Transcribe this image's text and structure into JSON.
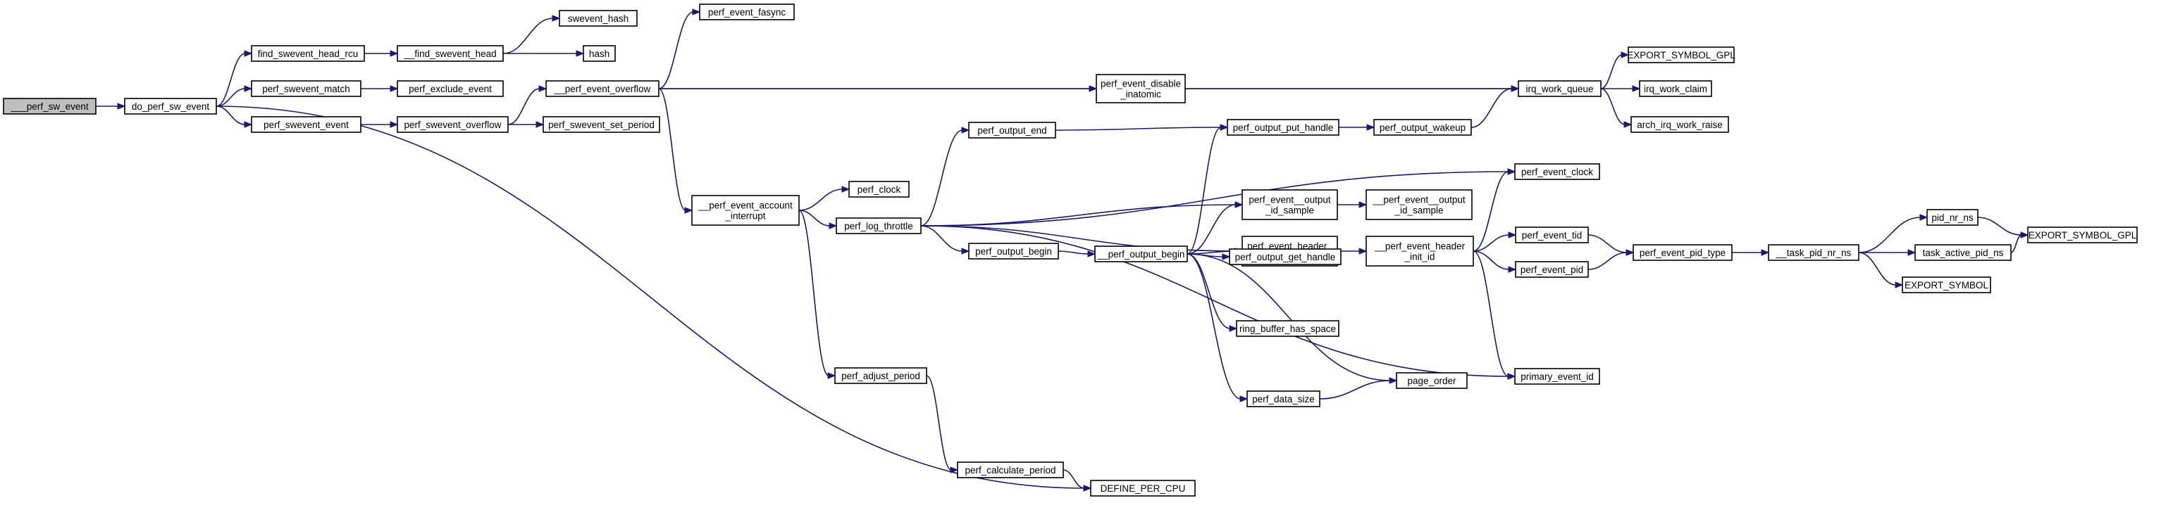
{
  "graph": {
    "nodes": [
      {
        "id": "perf_sw_event",
        "lines": [
          "___perf_sw_event"
        ],
        "root": true
      },
      {
        "id": "do_perf_sw_event",
        "lines": [
          "do_perf_sw_event"
        ]
      },
      {
        "id": "find_swevent_head_rcu",
        "lines": [
          "find_swevent_head_rcu"
        ]
      },
      {
        "id": "perf_swevent_match",
        "lines": [
          "perf_swevent_match"
        ]
      },
      {
        "id": "perf_swevent_event",
        "lines": [
          "perf_swevent_event"
        ]
      },
      {
        "id": "find_swevent_head",
        "lines": [
          "__find_swevent_head"
        ]
      },
      {
        "id": "perf_exclude_event",
        "lines": [
          "perf_exclude_event"
        ]
      },
      {
        "id": "perf_swevent_overflow",
        "lines": [
          "perf_swevent_overflow"
        ]
      },
      {
        "id": "swevent_hash",
        "lines": [
          "swevent_hash"
        ]
      },
      {
        "id": "hash",
        "lines": [
          "hash"
        ]
      },
      {
        "id": "perf_swevent_set_period",
        "lines": [
          "perf_swevent_set_period"
        ]
      },
      {
        "id": "perf_event_fasync",
        "lines": [
          "perf_event_fasync"
        ]
      },
      {
        "id": "perf_event_overflow",
        "lines": [
          "__perf_event_overflow"
        ]
      },
      {
        "id": "perf_event_account_interrupt",
        "lines": [
          "__perf_event_account",
          "_interrupt"
        ]
      },
      {
        "id": "perf_clock",
        "lines": [
          "perf_clock"
        ]
      },
      {
        "id": "perf_log_throttle",
        "lines": [
          "perf_log_throttle"
        ]
      },
      {
        "id": "perf_adjust_period",
        "lines": [
          "perf_adjust_period"
        ]
      },
      {
        "id": "perf_calculate_period",
        "lines": [
          "perf_calculate_period"
        ]
      },
      {
        "id": "DEFINE_PER_CPU",
        "lines": [
          "DEFINE_PER_CPU"
        ]
      },
      {
        "id": "perf_event_disable_inatomic",
        "lines": [
          "perf_event_disable",
          "_inatomic"
        ]
      },
      {
        "id": "perf_output_end",
        "lines": [
          "perf_output_end"
        ]
      },
      {
        "id": "perf_output_begin",
        "lines": [
          "perf_output_begin"
        ]
      },
      {
        "id": "perf_output_begin2",
        "lines": [
          "__perf_output_begin"
        ]
      },
      {
        "id": "perf_output_put_handle",
        "lines": [
          "perf_output_put_handle"
        ]
      },
      {
        "id": "perf_event_output_id_sample",
        "lines": [
          "perf_event__output",
          "_id_sample"
        ]
      },
      {
        "id": "perf_event_header_init_id",
        "lines": [
          "perf_event_header_",
          "_init_id"
        ]
      },
      {
        "id": "perf_output_get_handle",
        "lines": [
          "perf_output_get_handle"
        ]
      },
      {
        "id": "ring_buffer_has_space",
        "lines": [
          "ring_buffer_has_space"
        ]
      },
      {
        "id": "perf_data_size",
        "lines": [
          "perf_data_size"
        ]
      },
      {
        "id": "perf_output_wakeup",
        "lines": [
          "perf_output_wakeup"
        ]
      },
      {
        "id": "perf_event_output_id_sample2",
        "lines": [
          "__perf_event__output",
          "_id_sample"
        ]
      },
      {
        "id": "perf_event_header_init_id2",
        "lines": [
          "__perf_event_header",
          "_init_id"
        ]
      },
      {
        "id": "page_order",
        "lines": [
          "page_order"
        ]
      },
      {
        "id": "irq_work_queue",
        "lines": [
          "irq_work_queue"
        ]
      },
      {
        "id": "perf_event_clock",
        "lines": [
          "perf_event_clock"
        ]
      },
      {
        "id": "perf_event_tid",
        "lines": [
          "perf_event_tid"
        ]
      },
      {
        "id": "perf_event_pid",
        "lines": [
          "perf_event_pid"
        ]
      },
      {
        "id": "primary_event_id",
        "lines": [
          "primary_event_id"
        ]
      },
      {
        "id": "EXPORT_SYMBOL_GPL_a",
        "lines": [
          "EXPORT_SYMBOL_GPL"
        ]
      },
      {
        "id": "irq_work_claim",
        "lines": [
          "irq_work_claim"
        ]
      },
      {
        "id": "arch_irq_work_raise",
        "lines": [
          "arch_irq_work_raise"
        ]
      },
      {
        "id": "perf_event_pid_type",
        "lines": [
          "perf_event_pid_type"
        ]
      },
      {
        "id": "task_pid_nr_ns",
        "lines": [
          "__task_pid_nr_ns"
        ]
      },
      {
        "id": "pid_nr_ns",
        "lines": [
          "pid_nr_ns"
        ]
      },
      {
        "id": "task_active_pid_ns",
        "lines": [
          "task_active_pid_ns"
        ]
      },
      {
        "id": "EXPORT_SYMBOL",
        "lines": [
          "EXPORT_SYMBOL"
        ]
      },
      {
        "id": "EXPORT_SYMBOL_GPL_b",
        "lines": [
          "EXPORT_SYMBOL_GPL"
        ]
      }
    ],
    "edges": [
      [
        "perf_sw_event",
        "do_perf_sw_event"
      ],
      [
        "do_perf_sw_event",
        "find_swevent_head_rcu"
      ],
      [
        "do_perf_sw_event",
        "perf_swevent_match"
      ],
      [
        "do_perf_sw_event",
        "perf_swevent_event"
      ],
      [
        "do_perf_sw_event",
        "DEFINE_PER_CPU"
      ],
      [
        "find_swevent_head_rcu",
        "find_swevent_head"
      ],
      [
        "find_swevent_head",
        "swevent_hash"
      ],
      [
        "find_swevent_head",
        "hash"
      ],
      [
        "perf_swevent_match",
        "perf_exclude_event"
      ],
      [
        "perf_swevent_event",
        "perf_swevent_overflow"
      ],
      [
        "perf_swevent_overflow",
        "perf_event_overflow"
      ],
      [
        "perf_swevent_overflow",
        "perf_swevent_set_period"
      ],
      [
        "perf_event_overflow",
        "perf_event_fasync"
      ],
      [
        "perf_event_overflow",
        "irq_work_queue"
      ],
      [
        "perf_event_overflow",
        "perf_event_disable_inatomic"
      ],
      [
        "perf_event_overflow",
        "perf_event_account_interrupt"
      ],
      [
        "perf_event_account_interrupt",
        "perf_clock"
      ],
      [
        "perf_event_account_interrupt",
        "perf_log_throttle"
      ],
      [
        "perf_event_account_interrupt",
        "perf_adjust_period"
      ],
      [
        "perf_adjust_period",
        "perf_calculate_period"
      ],
      [
        "perf_calculate_period",
        "DEFINE_PER_CPU"
      ],
      [
        "perf_event_disable_inatomic",
        "irq_work_queue"
      ],
      [
        "perf_log_throttle",
        "perf_output_end"
      ],
      [
        "perf_log_throttle",
        "perf_event_clock"
      ],
      [
        "perf_log_throttle",
        "perf_event_output_id_sample"
      ],
      [
        "perf_log_throttle",
        "perf_event_header_init_id"
      ],
      [
        "perf_log_throttle",
        "perf_output_begin"
      ],
      [
        "perf_log_throttle",
        "primary_event_id"
      ],
      [
        "perf_output_end",
        "perf_output_put_handle"
      ],
      [
        "perf_output_begin",
        "perf_output_begin2"
      ],
      [
        "perf_output_begin2",
        "perf_output_put_handle"
      ],
      [
        "perf_output_begin2",
        "perf_event_output_id_sample"
      ],
      [
        "perf_output_begin2",
        "perf_event_header_init_id"
      ],
      [
        "perf_output_begin2",
        "perf_output_get_handle"
      ],
      [
        "perf_output_begin2",
        "ring_buffer_has_space"
      ],
      [
        "perf_output_begin2",
        "page_order"
      ],
      [
        "perf_output_begin2",
        "perf_data_size"
      ],
      [
        "perf_data_size",
        "page_order"
      ],
      [
        "perf_output_put_handle",
        "perf_output_wakeup"
      ],
      [
        "perf_output_wakeup",
        "irq_work_queue"
      ],
      [
        "perf_event_output_id_sample",
        "perf_event_output_id_sample2"
      ],
      [
        "perf_event_header_init_id",
        "perf_event_header_init_id2"
      ],
      [
        "perf_event_header_init_id2",
        "perf_event_clock"
      ],
      [
        "perf_event_header_init_id2",
        "perf_event_tid"
      ],
      [
        "perf_event_header_init_id2",
        "perf_event_pid"
      ],
      [
        "perf_event_header_init_id2",
        "primary_event_id"
      ],
      [
        "irq_work_queue",
        "EXPORT_SYMBOL_GPL_a"
      ],
      [
        "irq_work_queue",
        "irq_work_claim"
      ],
      [
        "irq_work_queue",
        "arch_irq_work_raise"
      ],
      [
        "perf_event_tid",
        "perf_event_pid_type"
      ],
      [
        "perf_event_pid",
        "perf_event_pid_type"
      ],
      [
        "perf_event_pid_type",
        "task_pid_nr_ns"
      ],
      [
        "task_pid_nr_ns",
        "pid_nr_ns"
      ],
      [
        "task_pid_nr_ns",
        "task_active_pid_ns"
      ],
      [
        "task_pid_nr_ns",
        "EXPORT_SYMBOL"
      ],
      [
        "pid_nr_ns",
        "EXPORT_SYMBOL_GPL_b"
      ],
      [
        "task_active_pid_ns",
        "EXPORT_SYMBOL_GPL_b"
      ]
    ]
  }
}
